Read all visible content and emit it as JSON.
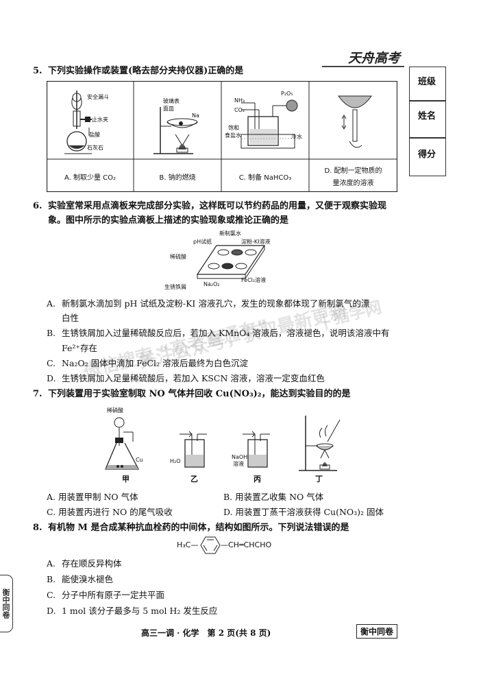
{
  "header": {
    "brand": "天舟高考"
  },
  "side_panel": {
    "class_label": "班级",
    "name_label": "姓名",
    "score_label": "得分"
  },
  "watermark": {
    "line1": "微信搜索 “高考直通车”",
    "line2": "关注公众号，获取最新更新",
    "line3": "| 猎学网"
  },
  "q5": {
    "number": "5.",
    "stem": "下列实验操作或装置(略去部分夹持仪器)正确的是",
    "figA": {
      "safety_funnel": "安全漏斗",
      "clamp": "止水夹",
      "acid": "盐酸",
      "limestone": "石灰石"
    },
    "figB": {
      "dish_l1": "玻璃表",
      "dish_l2": "面皿",
      "na": "Na"
    },
    "figC": {
      "nh3": "NH₃",
      "co2": "CO₂",
      "p2o5": "P₂O₅",
      "brine_l1": "饱和",
      "brine_l2": "食盐水",
      "cold": "冷水"
    },
    "options": {
      "A": "A. 制取少量 CO₂",
      "B": "B. 钠的燃烧",
      "C": "C. 制备 NaHCO₃",
      "D1": "D. 配制一定物质的",
      "D2": "量浓度的溶液"
    }
  },
  "q6": {
    "number": "6.",
    "stem_line1": "实验室常采用点滴板来完成部分实验，这样既可以节约药品的用量，又便于观察实验现",
    "stem_line2": "象。图中所示的实验点滴板上描述的实验现象或推论正确的是",
    "fig": {
      "ph": "pH试纸",
      "chlorine_water": "新制氯水",
      "starch_ki": "淀粉-KI溶液",
      "dilute_h2so4": "稀硫酸",
      "rusty_iron": "生锈铁屑",
      "na2o2": "Na₂O₂",
      "fecl2": "FeCl₂溶液"
    },
    "A1": "新制氯水滴加到 pH 试纸及淀粉-KI 溶液孔穴，发生的现象都体现了新制氯气的漂",
    "A2": "白性",
    "B1": "生锈铁屑加入过量稀硫酸反应后，若加入 KMnO₄ 溶液后，溶液褪色，说明该溶液中有",
    "B2": "Fe²⁺存在",
    "C": "Na₂O₂ 固体中滴加 FeCl₂ 溶液后最终为白色沉淀",
    "D": "生锈铁屑加入足量稀硫酸后，若加入 KSCN 溶液，溶液一定变血红色",
    "letters": {
      "A": "A.",
      "B": "B.",
      "C": "C.",
      "D": "D."
    }
  },
  "q7": {
    "number": "7.",
    "stem": "下列装置用于实验室制取 NO 气体并回收 Cu(NO₃)₂，能达到实验目的的是",
    "fig": {
      "nitric": "稀硝酸",
      "cu": "Cu",
      "h2o": "H₂O",
      "naoh_l1": "NaOH",
      "naoh_l2": "溶液",
      "jia": "甲",
      "yi": "乙",
      "bing": "丙",
      "ding": "丁"
    },
    "A": "A.  用装置甲制 NO 气体",
    "B": "B.  用装置乙收集 NO 气体",
    "C": "C.  用装置丙进行 NO 的尾气吸收",
    "D": "D.  用装置丁蒸干溶液获得 Cu(NO₃)₂ 固体"
  },
  "q8": {
    "number": "8.",
    "stem": "有机物 M 是合成某种抗血栓药的中间体，结构如图所示。下列说法错误的是",
    "structure_left": "H₃C—",
    "structure_right": "—CH═CHCHO",
    "A": "存在顺反异构体",
    "B": "能使溴水褪色",
    "C": "分子中所有原子一定共平面",
    "D": "1 mol 该分子最多与 5 mol H₂ 发生反应",
    "letters": {
      "A": "A.",
      "B": "B.",
      "C": "C.",
      "D": "D."
    }
  },
  "footer": {
    "center": "高三一调 · 化学　第 2 页(共 8 页)",
    "right": "衡中同卷"
  },
  "left_stamp": {
    "text": "衡中同卷"
  }
}
